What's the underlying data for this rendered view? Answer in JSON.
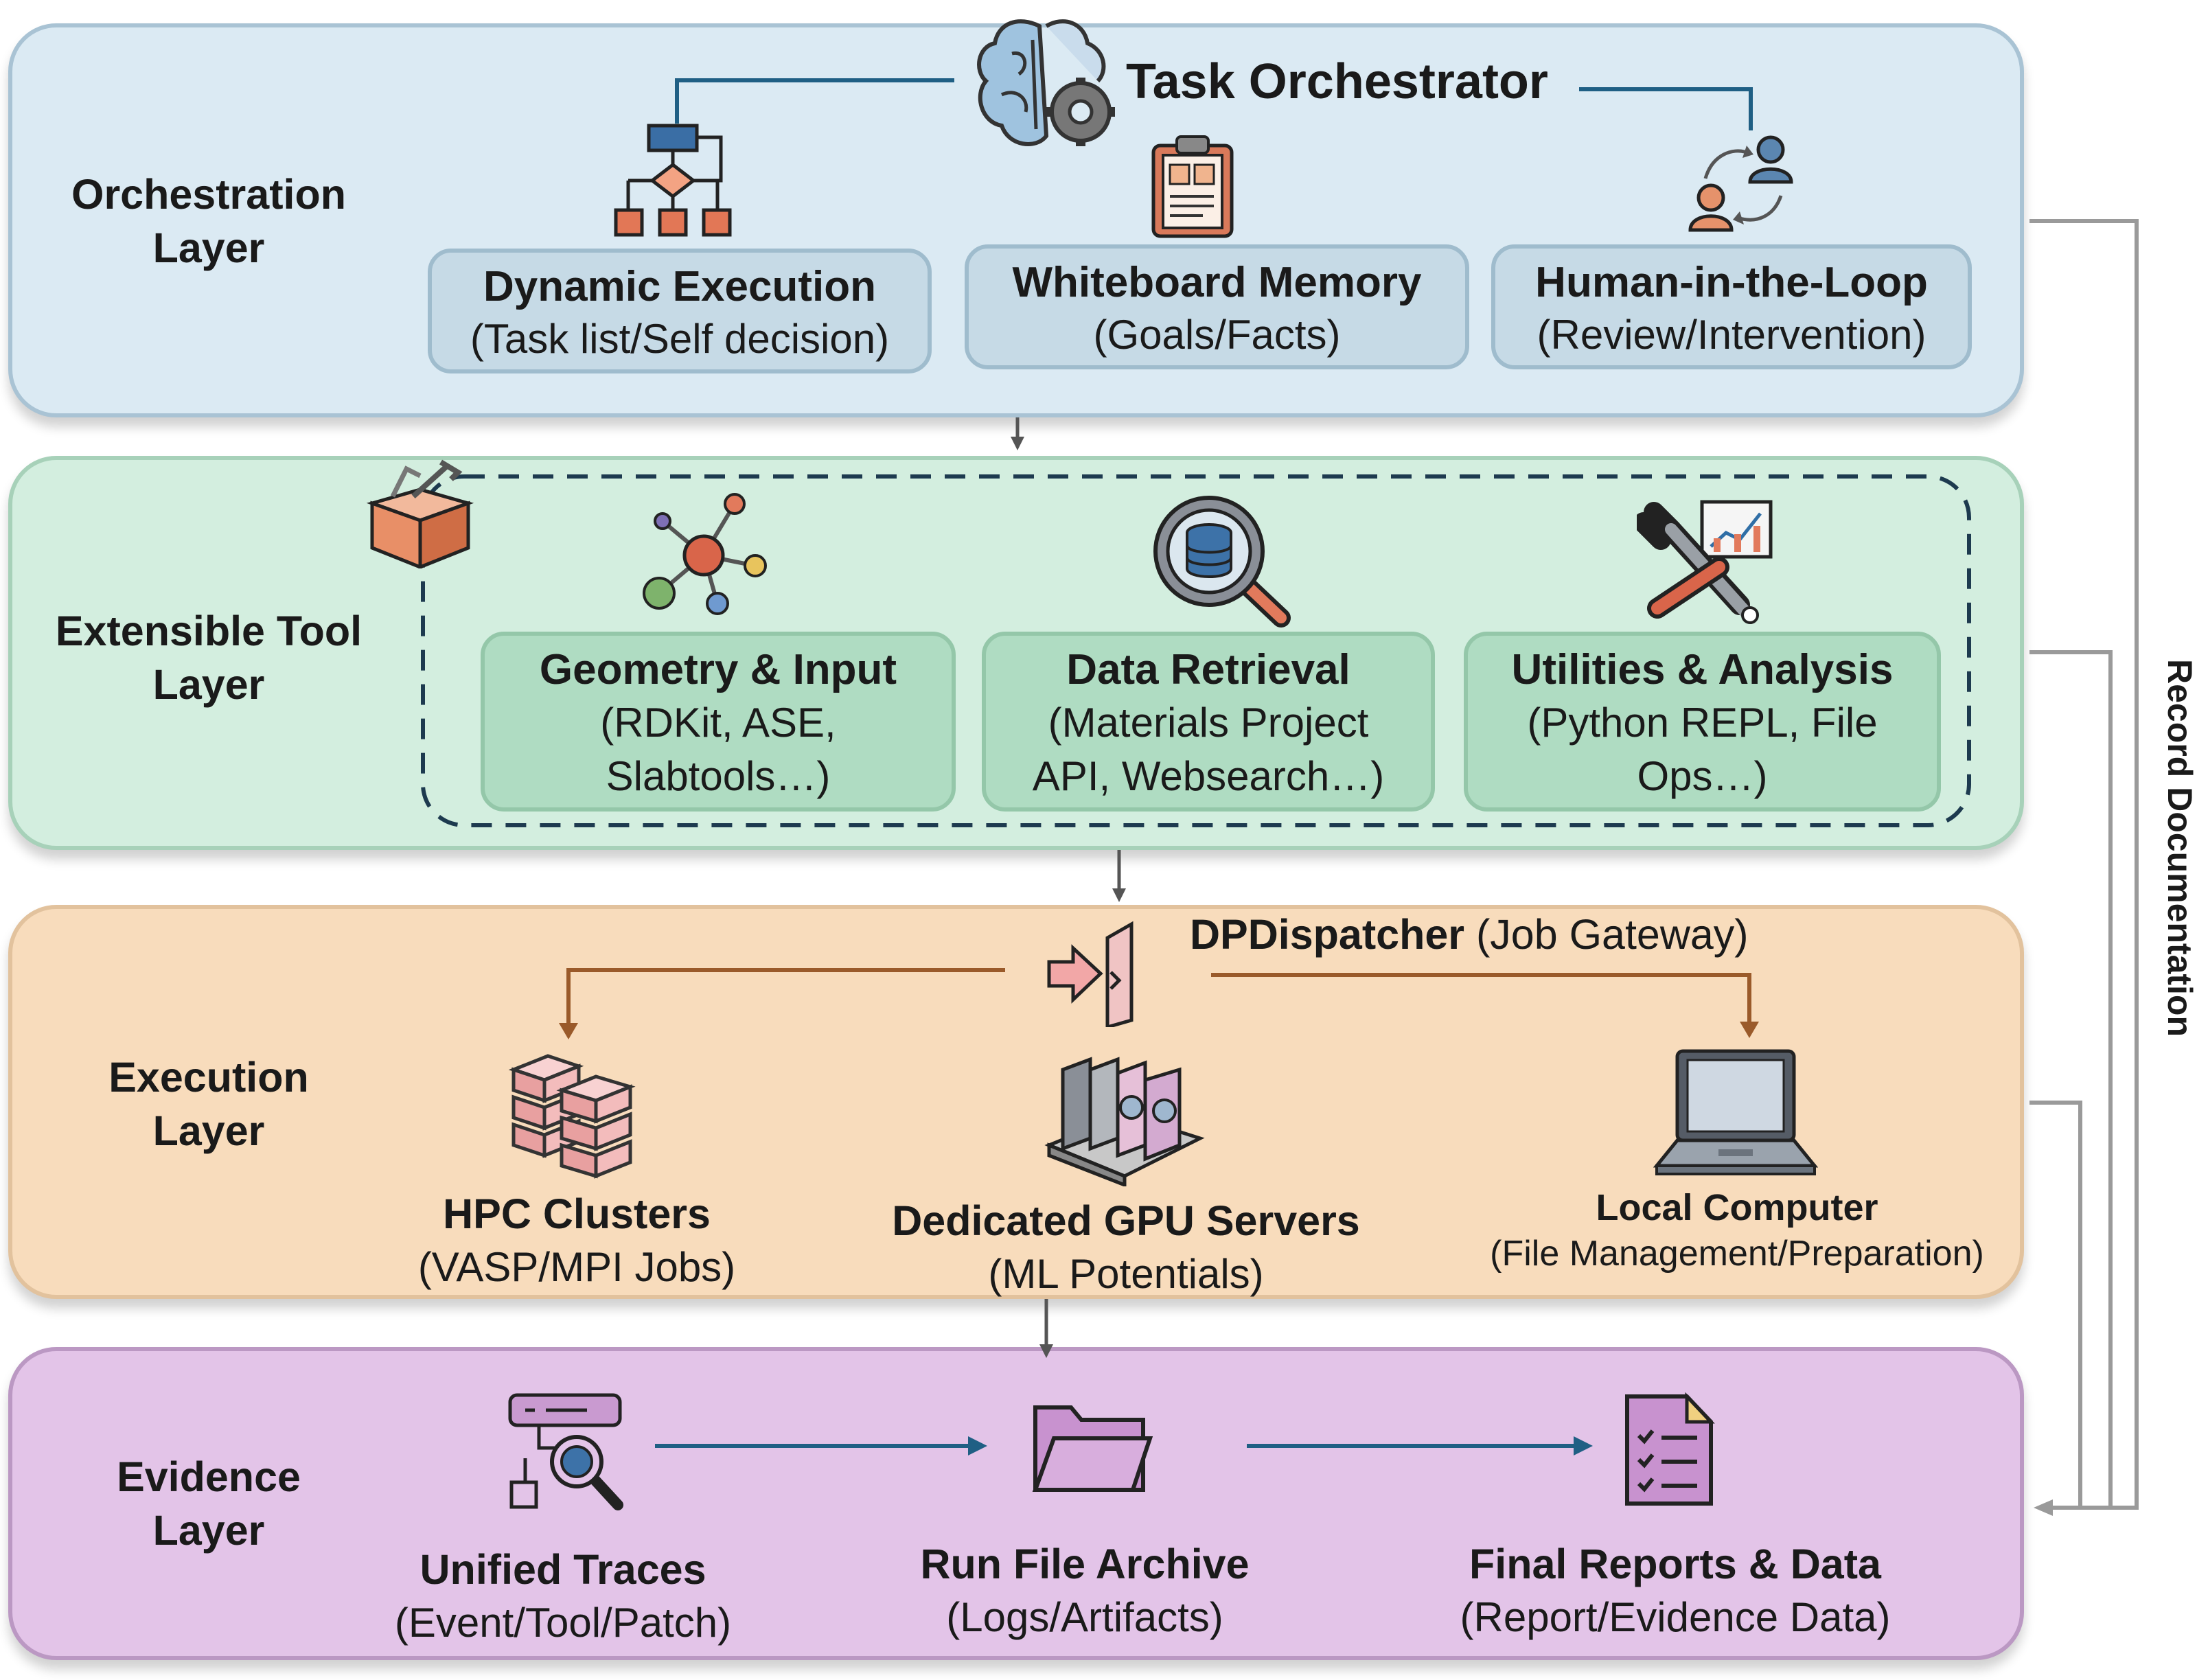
{
  "orchestration": {
    "layer_label": "Orchestration\nLayer",
    "header": "Task Orchestrator",
    "modules": [
      {
        "title": "Dynamic Execution",
        "subtitle": "(Task list/Self decision)",
        "icon": "flowchart-icon"
      },
      {
        "title": "Whiteboard Memory",
        "subtitle": "(Goals/Facts)",
        "icon": "clipboard-icon"
      },
      {
        "title": "Human-in-the-Loop",
        "subtitle": "(Review/Intervention)",
        "icon": "users-exchange-icon"
      }
    ],
    "header_icon": "brain-gear-icon"
  },
  "tool": {
    "layer_label": "Extensible Tool\nLayer",
    "header_icon": "toolbox-icon",
    "modules": [
      {
        "title": "Geometry & Input",
        "subtitle": "(RDKit, ASE, Slabtools…)",
        "icon": "molecule-icon"
      },
      {
        "title": "Data Retrieval",
        "subtitle": "(Materials Project API, Websearch…)",
        "icon": "database-search-icon"
      },
      {
        "title": "Utilities & Analysis",
        "subtitle": "(Python REPL, File Ops…)",
        "icon": "wrench-chart-icon"
      }
    ]
  },
  "execution": {
    "layer_label": "Execution\nLayer",
    "gateway_name": "DPDispatcher",
    "gateway_note": "(Job Gateway)",
    "gateway_icon": "gateway-arrow-icon",
    "nodes": [
      {
        "title": "HPC Clusters",
        "subtitle": "(VASP/MPI Jobs)",
        "icon": "server-stack-icon"
      },
      {
        "title": "Dedicated GPU Servers",
        "subtitle": "(ML Potentials)",
        "icon": "gpu-icon"
      },
      {
        "title": "Local Computer",
        "subtitle": "(File Management/Preparation)",
        "icon": "laptop-icon"
      }
    ]
  },
  "evidence": {
    "layer_label": "Evidence\nLayer",
    "nodes": [
      {
        "title": "Unified Traces",
        "subtitle": "(Event/Tool/Patch)",
        "icon": "trace-search-icon"
      },
      {
        "title": "Run File Archive",
        "subtitle": "(Logs/Artifacts)",
        "icon": "folder-icon"
      },
      {
        "title": "Final Reports & Data",
        "subtitle": "(Report/Evidence Data)",
        "icon": "report-icon"
      }
    ]
  },
  "side_label": "Record Documentation",
  "colors": {
    "orchestration_bg": "#dbeaf3",
    "tool_bg": "#d3eedf",
    "execution_bg": "#f8dcbc",
    "evidence_bg": "#e3c4e8",
    "blue_arrow": "#1f5f84",
    "brown_arrow": "#9a5a2a",
    "grey_connector": "#9a9a9a"
  }
}
